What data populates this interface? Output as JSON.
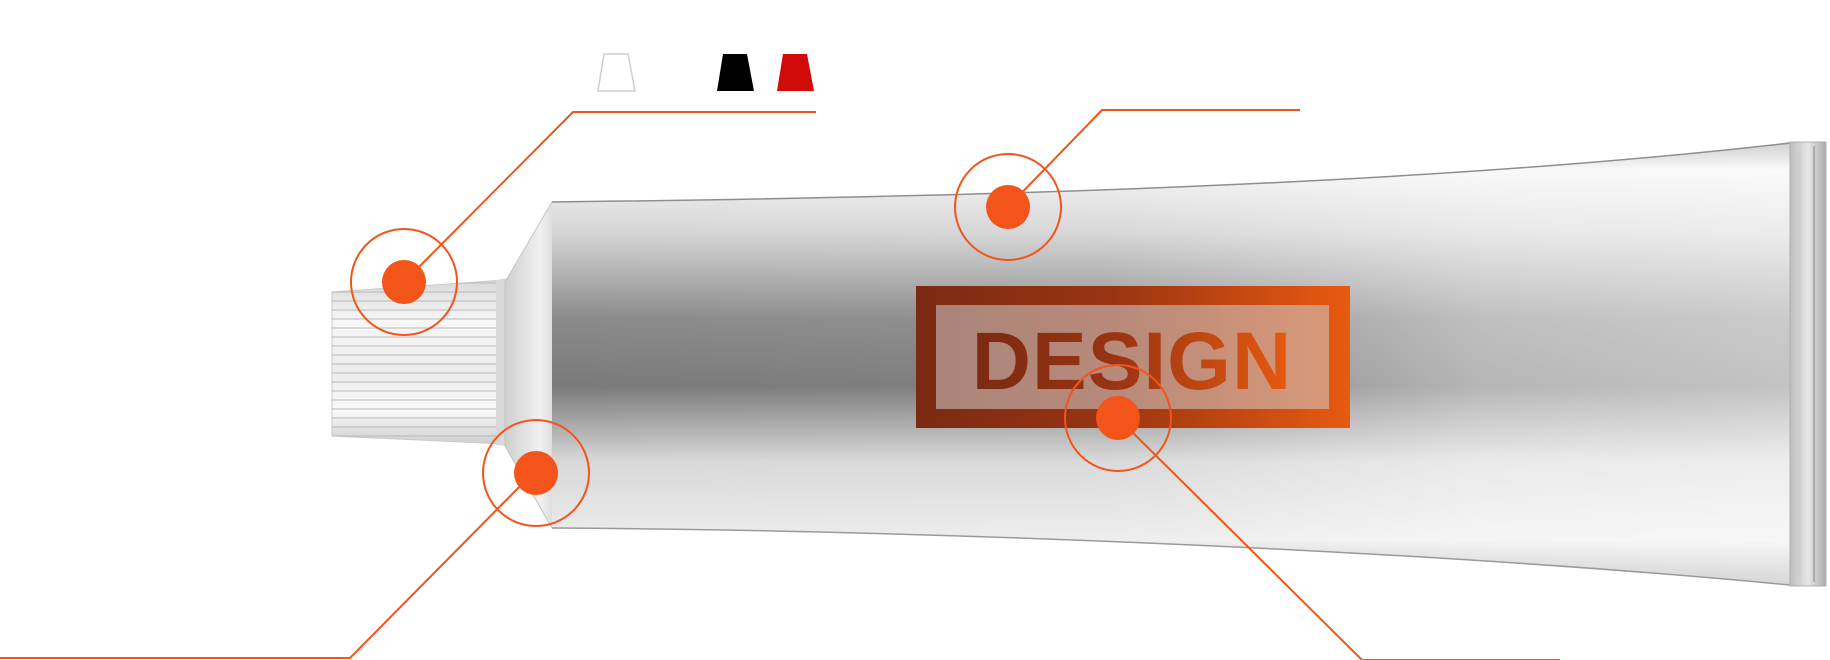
{
  "tube": {
    "print_label": "DESIGN"
  },
  "colors": {
    "accent": "#f25419",
    "label_red_dark": "#7a2a12",
    "label_red": "#d9480f",
    "cap_white": "#ffffff",
    "cap_black": "#000000",
    "cap_red": "#d10a0a"
  },
  "cap_swatches": [
    {
      "name": "white",
      "color": "#ffffff"
    },
    {
      "name": "black",
      "color": "#000000"
    },
    {
      "name": "red",
      "color": "#d10a0a"
    }
  ],
  "hotspots": [
    {
      "name": "cap"
    },
    {
      "name": "body-top"
    },
    {
      "name": "shoulder"
    },
    {
      "name": "print-area"
    }
  ]
}
